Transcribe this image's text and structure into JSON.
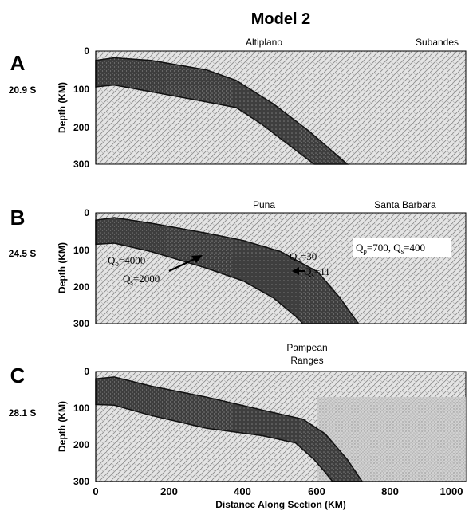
{
  "figure": {
    "title": "Model 2",
    "depth_axis_label": "Depth (KM)",
    "distance_axis_label": "Distance Along Section (KM)",
    "distance_ticks": [
      0,
      200,
      400,
      600,
      800,
      1000
    ],
    "depth_ticks": [
      0,
      100,
      200,
      300
    ],
    "xlim": [
      0,
      1000
    ],
    "ylim": [
      0,
      300
    ],
    "colors": {
      "overriding_plate_pattern": "#bdbdbd",
      "slab": "#4a4a4a",
      "slab_highlight": "#777777",
      "background": "#ffffff"
    }
  },
  "panels": [
    {
      "letter": "A",
      "latitude": "20.9 S",
      "region_labels": [
        "Altiplano",
        "Subandes"
      ],
      "slab_top": [
        [
          0,
          25
        ],
        [
          50,
          18
        ],
        [
          150,
          25
        ],
        [
          300,
          50
        ],
        [
          380,
          78
        ],
        [
          480,
          140
        ],
        [
          580,
          215
        ],
        [
          680,
          300
        ]
      ],
      "slab_bottom": [
        [
          0,
          95
        ],
        [
          50,
          90
        ],
        [
          150,
          108
        ],
        [
          300,
          135
        ],
        [
          380,
          150
        ],
        [
          450,
          195
        ],
        [
          530,
          255
        ],
        [
          590,
          300
        ]
      ]
    },
    {
      "letter": "B",
      "latitude": "24.5 S",
      "region_labels": [
        "Puna",
        "Santa Barbara"
      ],
      "annotations": [
        {
          "text": "Q",
          "sub": "p",
          "value": "=4000"
        },
        {
          "text": "Q",
          "sub": "s",
          "value": "=2000"
        },
        {
          "text": "Q",
          "sub": "p",
          "value": "=30"
        },
        {
          "text": "Q",
          "sub": "s",
          "value": "=11"
        },
        {
          "text": "Q",
          "sub": "p",
          "value": "=700, "
        },
        {
          "text": "Q",
          "sub": "s",
          "value": "=400"
        }
      ],
      "slab_top": [
        [
          0,
          20
        ],
        [
          50,
          13
        ],
        [
          150,
          28
        ],
        [
          300,
          55
        ],
        [
          400,
          75
        ],
        [
          500,
          105
        ],
        [
          600,
          160
        ],
        [
          660,
          230
        ],
        [
          710,
          300
        ]
      ],
      "slab_bottom": [
        [
          0,
          85
        ],
        [
          50,
          82
        ],
        [
          150,
          105
        ],
        [
          300,
          150
        ],
        [
          400,
          185
        ],
        [
          480,
          230
        ],
        [
          540,
          280
        ],
        [
          560,
          300
        ]
      ]
    },
    {
      "letter": "C",
      "latitude": "28.1 S",
      "region_labels": [
        "Pampean",
        "Ranges"
      ],
      "slab_top": [
        [
          0,
          20
        ],
        [
          50,
          15
        ],
        [
          150,
          40
        ],
        [
          300,
          70
        ],
        [
          450,
          105
        ],
        [
          560,
          130
        ],
        [
          620,
          170
        ],
        [
          680,
          240
        ],
        [
          720,
          300
        ]
      ],
      "slab_bottom": [
        [
          0,
          90
        ],
        [
          50,
          92
        ],
        [
          150,
          120
        ],
        [
          300,
          155
        ],
        [
          450,
          175
        ],
        [
          540,
          195
        ],
        [
          590,
          240
        ],
        [
          620,
          275
        ],
        [
          640,
          300
        ]
      ]
    }
  ]
}
